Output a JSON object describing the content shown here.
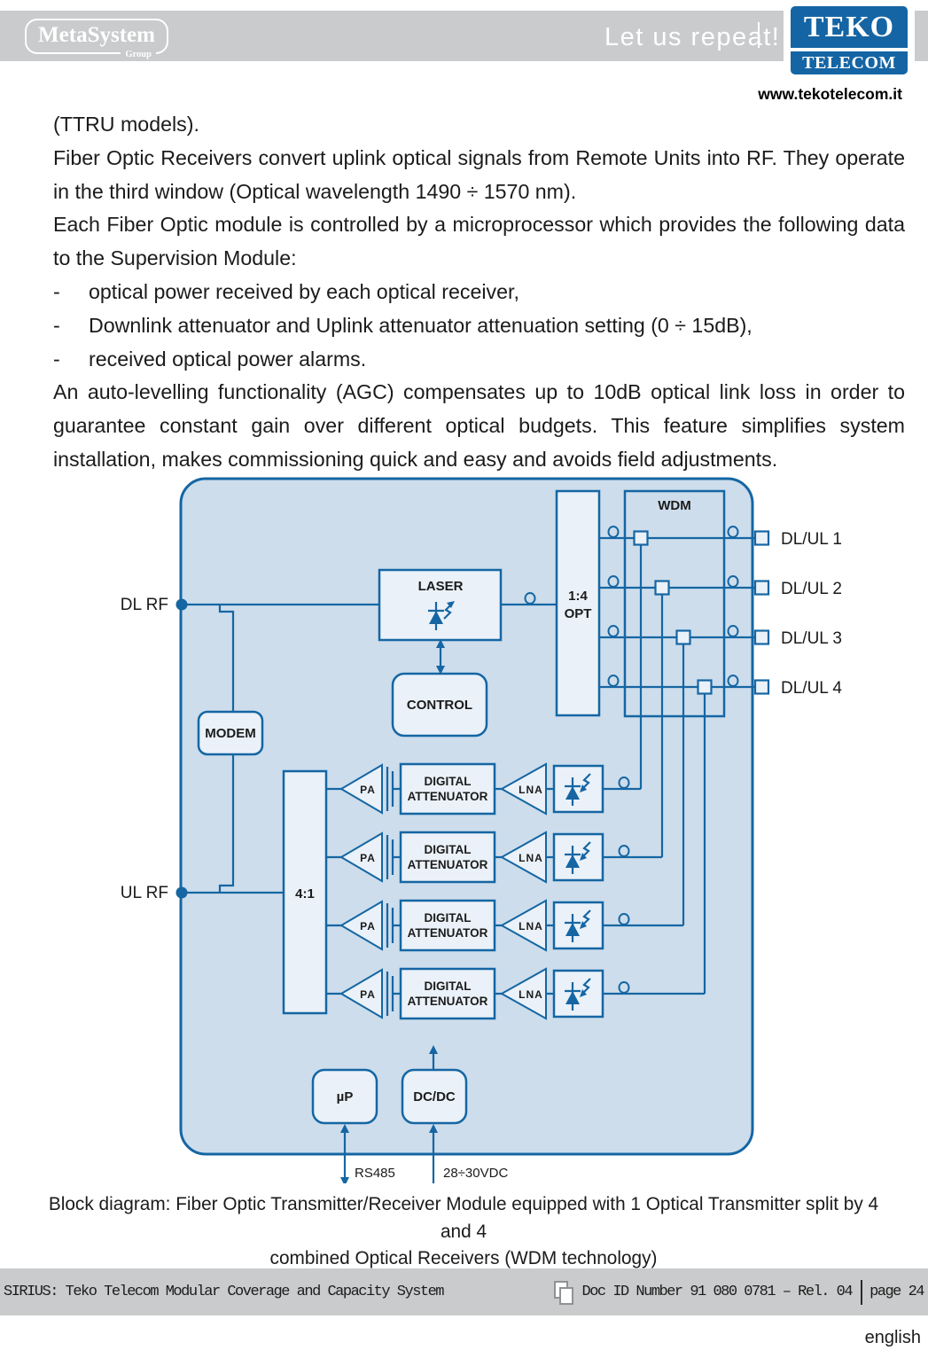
{
  "header": {
    "brand_left": {
      "name": "MetaSystem",
      "sub": "Group"
    },
    "tagline": "Let us repeat!",
    "brand_right": {
      "line1": "TEKO",
      "line2": "TELECOM"
    },
    "website": "www.tekotelecom.it"
  },
  "body": {
    "p1": "(TTRU models).",
    "p2": "Fiber Optic Receivers convert uplink optical signals from Remote Units into RF. They operate in the third window (Optical wavelength 1490 ÷ 1570 nm).",
    "p3": "Each Fiber Optic module is controlled by a microprocessor which provides the following data to the Supervision Module:",
    "bullet_marker": "-",
    "bullets": [
      "optical power received by each optical receiver,",
      "Downlink attenuator and Uplink attenuator attenuation setting (0 ÷ 15dB),",
      "received optical power alarms."
    ],
    "p4": "An auto-levelling functionality (AGC) compensates up to 10dB optical link loss in order to guarantee constant gain over different optical budgets. This feature simplifies system installation, makes commissioning quick and easy and avoids field adjustments."
  },
  "diagram": {
    "dl_rf": "DL RF",
    "ul_rf": "UL RF",
    "laser": "LASER",
    "control": "CONTROL",
    "modem": "MODEM",
    "opt_split_top": "1:4",
    "opt_split_bottom": "OPT",
    "wdm": "WDM",
    "combiner": "4:1",
    "pa": "PA",
    "lna": "LNA",
    "att_top": "DIGITAL",
    "att_bottom": "ATTENUATOR",
    "micro": "µP",
    "dcdc": "DC/DC",
    "rs485": "RS485",
    "vdc": "28÷30VDC",
    "ports": [
      "DL/UL 1",
      "DL/UL 2",
      "DL/UL 3",
      "DL/UL 4"
    ]
  },
  "caption": {
    "line1": "Block diagram: Fiber Optic Transmitter/Receiver Module equipped with 1 Optical Transmitter split by 4 and 4",
    "line2": "combined Optical Receivers (WDM technology)"
  },
  "footer": {
    "left": "SIRIUS: Teko Telecom Modular Coverage and Capacity System",
    "doc_id": "Doc ID Number 91 080 0781 – Rel. 04",
    "page": "page 24",
    "language": "english"
  },
  "colors": {
    "accent_blue": "#1566a3",
    "diagram_bg": "#cdddec",
    "box_fill": "#eaf1f8",
    "bar_gray": "#c9cbcc"
  }
}
